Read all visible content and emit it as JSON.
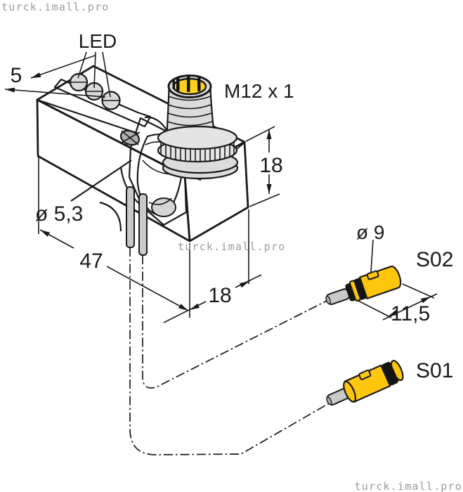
{
  "colors": {
    "ink": "#1a1a1a",
    "yellow": "#FFC60E",
    "connector_yellow": "#FFD21E",
    "body_top": "#AFAFAF",
    "body_front": "#9B9B9B",
    "body_right": "#A3A3A3",
    "chamfer": "#C9C9C9",
    "recess": "#8E8E8E",
    "cylinder": "#D5D5D5",
    "metal": "#DCDCDC",
    "nut": "#E4E4E4",
    "cable": "#C9C9C9",
    "led_lens": "#DADADA",
    "pin_black": "#141414",
    "watermark": "#9B9B9B",
    "background": "#FFFFFF"
  },
  "watermarks": {
    "top_left": "turck.imall.pro",
    "center": "turck.imall.pro",
    "bottom_right": "turck.imall.pro"
  },
  "labels": {
    "led": "LED",
    "thread": "M12 x 1",
    "sensor_top": "S02",
    "sensor_bottom": "S01"
  },
  "dimensions": {
    "strip_width": "5",
    "connector_height": "18",
    "body_length": "47",
    "body_depth": "18",
    "mounting_hole": "ø 5,3",
    "probe_diameter": "ø 9",
    "probe_length": "11,5"
  }
}
